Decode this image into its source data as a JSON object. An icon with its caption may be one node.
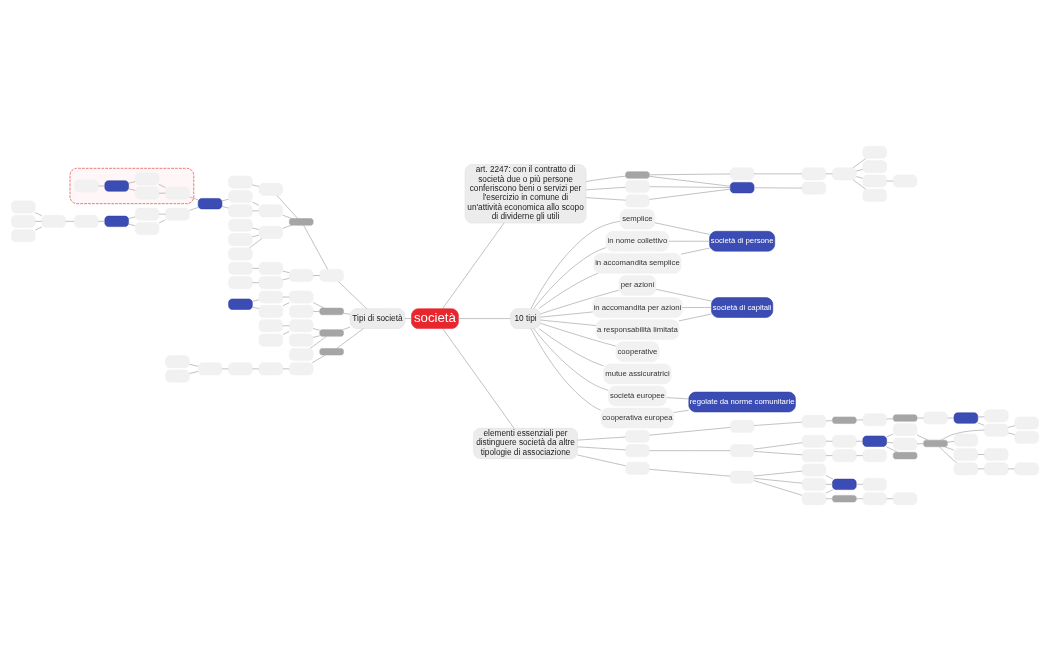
{
  "diagram": {
    "nodes": [
      {
        "text": [
          "società"
        ]
      },
      {
        "text": [
          "art. 2247: con il contratto di società due o più persone conferiscono beni o servizi per l'esercizio in comune di un'attività economica allo scopo di dividerne gli utili"
        ]
      },
      {
        "text": [],
        "shape": "box"
      },
      {
        "text": [],
        "shape": "box"
      },
      {
        "text": [],
        "shape": "box"
      },
      {
        "text": [],
        "shape": "box"
      },
      {
        "text": [],
        "shape": "box"
      },
      {
        "text": [],
        "shape": "box"
      },
      {
        "text": [],
        "shape": "box"
      },
      {
        "text": [],
        "shape": "box"
      },
      {
        "text": [],
        "shape": "box"
      },
      {
        "text": [],
        "shape": "box"
      },
      {
        "text": [],
        "shape": "box"
      },
      {
        "text": [],
        "shape": "box"
      },
      {
        "text": [],
        "shape": "box"
      },
      {
        "text": [
          "10 tipi"
        ]
      },
      {
        "text": [
          "semplice"
        ]
      },
      {
        "text": [
          "in nome collettivo"
        ]
      },
      {
        "text": [
          "in accomandita semplice"
        ]
      },
      {
        "text": [
          "per azioni"
        ]
      },
      {
        "text": [
          "in accomandita per azioni"
        ]
      },
      {
        "text": [
          "a responsabilità limitata"
        ]
      },
      {
        "text": [
          "cooperative"
        ]
      },
      {
        "text": [
          "mutue assicuratrici"
        ]
      },
      {
        "text": [
          "società europee"
        ]
      },
      {
        "text": [
          "cooperativa europea"
        ]
      },
      {
        "text": [
          "società di persone"
        ]
      },
      {
        "text": [
          "società di capitali"
        ]
      },
      {
        "text": [
          "regolate da norme comunitarie"
        ]
      },
      {
        "text": [
          "elementi essenziali per distinguere società da altre tipologie di associazione"
        ]
      },
      {
        "text": [],
        "shape": "box"
      },
      {
        "text": [],
        "shape": "box"
      },
      {
        "text": [],
        "shape": "box"
      },
      {
        "text": [],
        "shape": "box"
      },
      {
        "text": [],
        "shape": "box"
      },
      {
        "text": [],
        "shape": "box"
      },
      {
        "text": [],
        "shape": "box"
      },
      {
        "text": [],
        "shape": "box"
      },
      {
        "text": [],
        "shape": "box"
      },
      {
        "text": [],
        "shape": "box"
      },
      {
        "text": [],
        "shape": "box"
      },
      {
        "text": [],
        "shape": "box"
      },
      {
        "text": [],
        "shape": "box"
      },
      {
        "text": [],
        "shape": "box"
      },
      {
        "text": [],
        "shape": "box"
      },
      {
        "text": [],
        "shape": "box"
      },
      {
        "text": [],
        "shape": "box"
      },
      {
        "text": [],
        "shape": "box"
      },
      {
        "text": [],
        "shape": "box"
      },
      {
        "text": [],
        "shape": "box"
      },
      {
        "text": [],
        "shape": "box"
      },
      {
        "text": [],
        "shape": "box"
      },
      {
        "text": [],
        "shape": "box"
      },
      {
        "text": [],
        "shape": "box"
      },
      {
        "text": [],
        "shape": "box"
      },
      {
        "text": [],
        "shape": "box"
      },
      {
        "text": [],
        "shape": "box"
      },
      {
        "text": [],
        "shape": "box"
      },
      {
        "text": [],
        "shape": "box"
      },
      {
        "text": [],
        "shape": "box"
      },
      {
        "text": [],
        "shape": "box"
      },
      {
        "text": [],
        "shape": "box"
      },
      {
        "text": [],
        "shape": "box"
      },
      {
        "text": [],
        "shape": "box"
      },
      {
        "text": [],
        "shape": "box"
      },
      {
        "text": [],
        "shape": "box"
      },
      {
        "text": [],
        "shape": "box"
      },
      {
        "text": [],
        "shape": "box"
      },
      {
        "text": [],
        "shape": "box"
      },
      {
        "text": [],
        "shape": "box"
      },
      {
        "text": [
          "Tipi di società"
        ]
      },
      {
        "text": [],
        "shape": "box"
      },
      {
        "text": [],
        "shape": "box"
      },
      {
        "text": [],
        "shape": "box"
      },
      {
        "text": [],
        "shape": "box"
      },
      {
        "text": [],
        "shape": "box"
      },
      {
        "text": [],
        "shape": "box"
      },
      {
        "text": [],
        "shape": "box"
      },
      {
        "text": [],
        "shape": "box"
      },
      {
        "text": [],
        "shape": "box"
      },
      {
        "text": [],
        "shape": "box",
        "in": 79
      },
      {
        "text": [],
        "shape": "box",
        "in": 79
      },
      {
        "text": [],
        "shape": "box",
        "in": 79
      },
      {
        "text": [],
        "shape": "box",
        "in": 79
      },
      {
        "text": [],
        "shape": "box",
        "in": 79
      },
      {
        "text": [],
        "shape": "box"
      },
      {
        "text": [],
        "shape": "box"
      },
      {
        "text": [],
        "shape": "box"
      },
      {
        "text": [],
        "shape": "box"
      },
      {
        "text": [],
        "shape": "box"
      },
      {
        "text": [],
        "shape": "box"
      },
      {
        "text": [],
        "shape": "box"
      },
      {
        "text": [],
        "shape": "box"
      },
      {
        "text": [],
        "shape": "box"
      },
      {
        "text": [],
        "shape": "box"
      },
      {
        "text": [],
        "shape": "box"
      },
      {
        "text": [],
        "shape": "box"
      },
      {
        "text": [],
        "shape": "box"
      },
      {
        "text": [],
        "shape": "box"
      },
      {
        "text": [],
        "shape": "box"
      },
      {
        "text": [],
        "shape": "box"
      },
      {
        "text": [],
        "shape": "box"
      },
      {
        "text": [],
        "shape": "box"
      },
      {
        "text": [],
        "shape": "box"
      },
      {
        "text": [],
        "shape": "box"
      },
      {
        "text": [],
        "shape": "box"
      },
      {
        "text": [],
        "shape": "box"
      },
      {
        "text": [],
        "shape": "box"
      },
      {
        "text": [],
        "shape": "box"
      },
      {
        "text": [],
        "shape": "box"
      },
      {
        "text": [],
        "shape": "box"
      },
      {
        "text": [],
        "shape": "box"
      },
      {
        "text": [],
        "shape": "box"
      },
      {
        "text": [],
        "shape": "box"
      },
      {
        "text": [],
        "shape": "box"
      },
      {
        "text": [],
        "shape": "box"
      },
      {
        "text": [],
        "shape": "box"
      },
      {
        "text": [],
        "shape": "box"
      },
      {
        "text": [],
        "shape": "box"
      },
      {
        "text": [],
        "shape": "box"
      },
      {
        "text": [],
        "shape": "box"
      },
      {
        "text": [],
        "shape": "box"
      }
    ],
    "edges": [
      {
        "from": 0,
        "to": 1,
        "arrow": "none"
      },
      {
        "from": 1,
        "to": 2,
        "arrow": "none"
      },
      {
        "from": 2,
        "to": 3,
        "arrow": "none"
      },
      {
        "from": 3,
        "to": 4,
        "arrow": "none"
      },
      {
        "from": 4,
        "to": 5,
        "arrow": "none"
      },
      {
        "from": 5,
        "to": 6,
        "arrow": "none"
      },
      {
        "from": 5,
        "to": 7,
        "arrow": "none"
      },
      {
        "from": 5,
        "to": 8,
        "arrow": "none"
      },
      {
        "from": 5,
        "to": 9,
        "arrow": "none"
      },
      {
        "from": 8,
        "to": 10,
        "arrow": "none"
      },
      {
        "from": 1,
        "to": 11,
        "arrow": "none"
      },
      {
        "from": 1,
        "to": 12,
        "arrow": "none"
      },
      {
        "from": 11,
        "to": 13,
        "arrow": "none"
      },
      {
        "from": 12,
        "to": 13,
        "arrow": "none"
      },
      {
        "from": 2,
        "to": 13,
        "arrow": "none"
      },
      {
        "from": 13,
        "to": 14,
        "arrow": "none"
      },
      {
        "from": 0,
        "to": 15,
        "arrow": "none"
      },
      {
        "from": 15,
        "to": 16,
        "arrow": "none"
      },
      {
        "from": 15,
        "to": 17,
        "arrow": "none"
      },
      {
        "from": 15,
        "to": 18,
        "arrow": "none"
      },
      {
        "from": 15,
        "to": 19,
        "arrow": "none"
      },
      {
        "from": 15,
        "to": 20,
        "arrow": "none"
      },
      {
        "from": 15,
        "to": 21,
        "arrow": "none"
      },
      {
        "from": 15,
        "to": 22,
        "arrow": "none"
      },
      {
        "from": 15,
        "to": 23,
        "arrow": "none"
      },
      {
        "from": 15,
        "to": 24,
        "arrow": "none"
      },
      {
        "from": 15,
        "to": 25,
        "arrow": "none"
      },
      {
        "from": 16,
        "to": 26,
        "arrow": "none"
      },
      {
        "from": 17,
        "to": 26,
        "arrow": "none"
      },
      {
        "from": 18,
        "to": 26,
        "arrow": "none"
      },
      {
        "from": 19,
        "to": 27,
        "arrow": "none"
      },
      {
        "from": 20,
        "to": 27,
        "arrow": "none"
      },
      {
        "from": 21,
        "to": 27,
        "arrow": "none"
      },
      {
        "from": 24,
        "to": 28,
        "arrow": "none"
      },
      {
        "from": 25,
        "to": 28,
        "arrow": "none"
      },
      {
        "from": 0,
        "to": 29,
        "arrow": "none"
      },
      {
        "from": 29,
        "to": 30,
        "arrow": "none"
      },
      {
        "from": 30,
        "to": 31,
        "arrow": "none"
      },
      {
        "from": 31,
        "to": 32,
        "arrow": "none"
      },
      {
        "from": 32,
        "to": 33,
        "arrow": "none"
      },
      {
        "from": 33,
        "to": 34,
        "arrow": "none"
      },
      {
        "from": 34,
        "to": 35,
        "arrow": "none"
      },
      {
        "from": 35,
        "to": 36,
        "arrow": "none"
      },
      {
        "from": 36,
        "to": 37,
        "arrow": "none"
      },
      {
        "from": 37,
        "to": 38,
        "arrow": "none"
      },
      {
        "from": 37,
        "to": 39,
        "arrow": "none"
      },
      {
        "from": 39,
        "to": 40,
        "arrow": "none"
      },
      {
        "from": 39,
        "to": 41,
        "arrow": "none"
      },
      {
        "from": 29,
        "to": 42,
        "arrow": "none"
      },
      {
        "from": 42,
        "to": 43,
        "arrow": "none"
      },
      {
        "from": 43,
        "to": 44,
        "arrow": "none"
      },
      {
        "from": 43,
        "to": 45,
        "arrow": "none"
      },
      {
        "from": 44,
        "to": 46,
        "arrow": "none"
      },
      {
        "from": 46,
        "to": 47,
        "arrow": "none"
      },
      {
        "from": 47,
        "to": 48,
        "arrow": "none"
      },
      {
        "from": 47,
        "to": 49,
        "arrow": "none"
      },
      {
        "from": 48,
        "to": 50,
        "arrow": "none"
      },
      {
        "from": 49,
        "to": 50,
        "arrow": "none"
      },
      {
        "from": 50,
        "to": 51,
        "arrow": "none"
      },
      {
        "from": 50,
        "to": 52,
        "arrow": "none"
      },
      {
        "from": 50,
        "to": 53,
        "arrow": "none"
      },
      {
        "from": 52,
        "to": 54,
        "arrow": "none"
      },
      {
        "from": 53,
        "to": 55,
        "arrow": "none"
      },
      {
        "from": 55,
        "to": 56,
        "arrow": "none"
      },
      {
        "from": 50,
        "to": 39,
        "arrow": "none"
      },
      {
        "from": 47,
        "to": 57,
        "arrow": "none"
      },
      {
        "from": 45,
        "to": 58,
        "arrow": "none"
      },
      {
        "from": 58,
        "to": 59,
        "arrow": "none"
      },
      {
        "from": 29,
        "to": 60,
        "arrow": "none"
      },
      {
        "from": 60,
        "to": 61,
        "arrow": "none"
      },
      {
        "from": 61,
        "to": 62,
        "arrow": "none"
      },
      {
        "from": 61,
        "to": 63,
        "arrow": "none"
      },
      {
        "from": 61,
        "to": 64,
        "arrow": "none"
      },
      {
        "from": 62,
        "to": 65,
        "arrow": "none"
      },
      {
        "from": 63,
        "to": 65,
        "arrow": "none"
      },
      {
        "from": 64,
        "to": 65,
        "arrow": "none"
      },
      {
        "from": 65,
        "to": 66,
        "arrow": "none"
      },
      {
        "from": 62,
        "to": 67,
        "arrow": "none"
      },
      {
        "from": 67,
        "to": 68,
        "arrow": "none"
      },
      {
        "from": 68,
        "to": 69,
        "arrow": "none"
      },
      {
        "from": 70,
        "to": 0,
        "arrow": "none"
      },
      {
        "from": 71,
        "to": 70,
        "arrow": "none"
      },
      {
        "from": 72,
        "to": 71,
        "arrow": "none"
      },
      {
        "from": 73,
        "to": 72,
        "arrow": "none"
      },
      {
        "from": 74,
        "to": 73,
        "arrow": "none"
      },
      {
        "from": 75,
        "to": 72,
        "arrow": "none"
      },
      {
        "from": 76,
        "to": 75,
        "arrow": "none"
      },
      {
        "from": 77,
        "to": 75,
        "arrow": "none"
      },
      {
        "from": 78,
        "to": 76,
        "arrow": "none"
      },
      {
        "from": 78,
        "to": 77,
        "arrow": "none"
      },
      {
        "from": 80,
        "to": 78,
        "arrow": "none"
      },
      {
        "from": 85,
        "to": 78,
        "arrow": "none"
      },
      {
        "from": 81,
        "to": 80,
        "arrow": "none"
      },
      {
        "from": 82,
        "to": 80,
        "arrow": "none"
      },
      {
        "from": 83,
        "to": 81,
        "arrow": "none"
      },
      {
        "from": 83,
        "to": 82,
        "arrow": "none"
      },
      {
        "from": 84,
        "to": 83,
        "arrow": "none"
      },
      {
        "from": 86,
        "to": 85,
        "arrow": "none"
      },
      {
        "from": 87,
        "to": 85,
        "arrow": "none"
      },
      {
        "from": 88,
        "to": 86,
        "arrow": "none"
      },
      {
        "from": 88,
        "to": 87,
        "arrow": "none"
      },
      {
        "from": 89,
        "to": 88,
        "arrow": "none"
      },
      {
        "from": 90,
        "to": 89,
        "arrow": "none"
      },
      {
        "from": 91,
        "to": 90,
        "arrow": "none"
      },
      {
        "from": 92,
        "to": 90,
        "arrow": "none"
      },
      {
        "from": 93,
        "to": 90,
        "arrow": "none"
      },
      {
        "from": 94,
        "to": 72,
        "arrow": "none"
      },
      {
        "from": 95,
        "to": 94,
        "arrow": "none"
      },
      {
        "from": 96,
        "to": 94,
        "arrow": "none"
      },
      {
        "from": 97,
        "to": 94,
        "arrow": "none"
      },
      {
        "from": 98,
        "to": 71,
        "arrow": "none"
      },
      {
        "from": 99,
        "to": 98,
        "arrow": "none"
      },
      {
        "from": 100,
        "to": 98,
        "arrow": "none"
      },
      {
        "from": 101,
        "to": 99,
        "arrow": "none"
      },
      {
        "from": 102,
        "to": 100,
        "arrow": "none"
      },
      {
        "from": 103,
        "to": 70,
        "arrow": "none"
      },
      {
        "from": 104,
        "to": 103,
        "arrow": "none"
      },
      {
        "from": 105,
        "to": 103,
        "arrow": "none"
      },
      {
        "from": 106,
        "to": 104,
        "arrow": "none"
      },
      {
        "from": 107,
        "to": 104,
        "arrow": "none"
      },
      {
        "from": 108,
        "to": 106,
        "arrow": "none"
      },
      {
        "from": 108,
        "to": 107,
        "arrow": "none"
      },
      {
        "from": 109,
        "to": 70,
        "arrow": "none"
      },
      {
        "from": 110,
        "to": 109,
        "arrow": "none"
      },
      {
        "from": 111,
        "to": 109,
        "arrow": "none"
      },
      {
        "from": 112,
        "to": 109,
        "arrow": "none"
      },
      {
        "from": 113,
        "to": 110,
        "arrow": "none"
      },
      {
        "from": 114,
        "to": 110,
        "arrow": "none"
      },
      {
        "from": 115,
        "to": 70,
        "arrow": "none"
      },
      {
        "from": 116,
        "to": 115,
        "arrow": "none"
      },
      {
        "from": 117,
        "to": 116,
        "arrow": "none"
      },
      {
        "from": 118,
        "to": 117,
        "arrow": "none"
      },
      {
        "from": 119,
        "to": 118,
        "arrow": "none"
      },
      {
        "from": 120,
        "to": 119,
        "arrow": "none"
      },
      {
        "from": 121,
        "to": 119,
        "arrow": "none"
      }
    ]
  }
}
